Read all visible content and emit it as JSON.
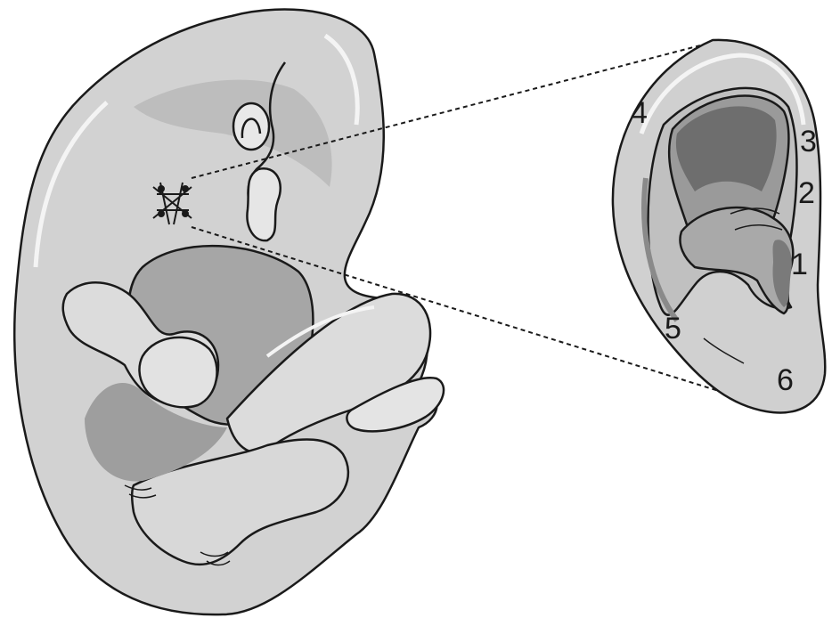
{
  "figure": {
    "ear_labels": [
      {
        "id": "1",
        "text": "1"
      },
      {
        "id": "2",
        "text": "2"
      },
      {
        "id": "3",
        "text": "3"
      },
      {
        "id": "4",
        "text": "4"
      },
      {
        "id": "5",
        "text": "5"
      },
      {
        "id": "6",
        "text": "6"
      }
    ]
  },
  "colors": {
    "outline": "#1a1a1a",
    "skin_light": "#d2d2d2",
    "skin_mid": "#b4b4b4",
    "skin_dark": "#8c8c8c",
    "highlight": "#f2f2f2",
    "ear_cavity": "#9a9a9a",
    "ear_cavity_deep": "#6e6e6e"
  }
}
